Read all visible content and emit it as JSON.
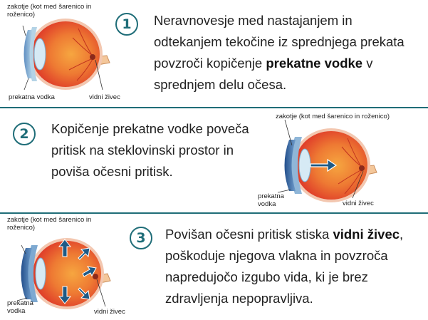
{
  "panel1": {
    "number": "1",
    "text_before": "Neravnovesje med nastajanjem in odtekanjem tekočine iz sprednjega prekata povzroči kopičenje ",
    "text_bold": "prekatne vodke",
    "text_after": " v sprednjem delu očesa.",
    "label_angle": "zakotje (kot med šarenico in roženico)",
    "label_aqueous": "prekatna vodka",
    "label_nerve": "vidni živec"
  },
  "panel2": {
    "number": "2",
    "text": "Kopičenje prekatne vodke poveča pritisk na steklovinski prostor in poviša očesni pritisk.",
    "label_angle": "zakotje (kot med šarenico in roženico)",
    "label_aqueous": "prekatna vodka",
    "label_nerve": "vidni živec"
  },
  "panel3": {
    "number": "3",
    "text_before": "Povišan očesni pritisk stiska ",
    "text_bold": "vidni živec",
    "text_after": ", poškoduje njegova vlakna in povzroča napredujočo izgubo vida, ki je brez zdravljenja nepopravljiva.",
    "label_angle": "zakotje (kot med šarenico in roženico)",
    "label_aqueous": "prekatna vodka",
    "label_nerve": "vidni živec"
  },
  "colors": {
    "accent": "#1f6d78",
    "eye_red": "#e2432c",
    "eye_orange": "#f29a3a",
    "lens_blue": "#9cc7df",
    "aqueous_dark": "#2f5f9e",
    "arrow": "#1e5a86"
  }
}
